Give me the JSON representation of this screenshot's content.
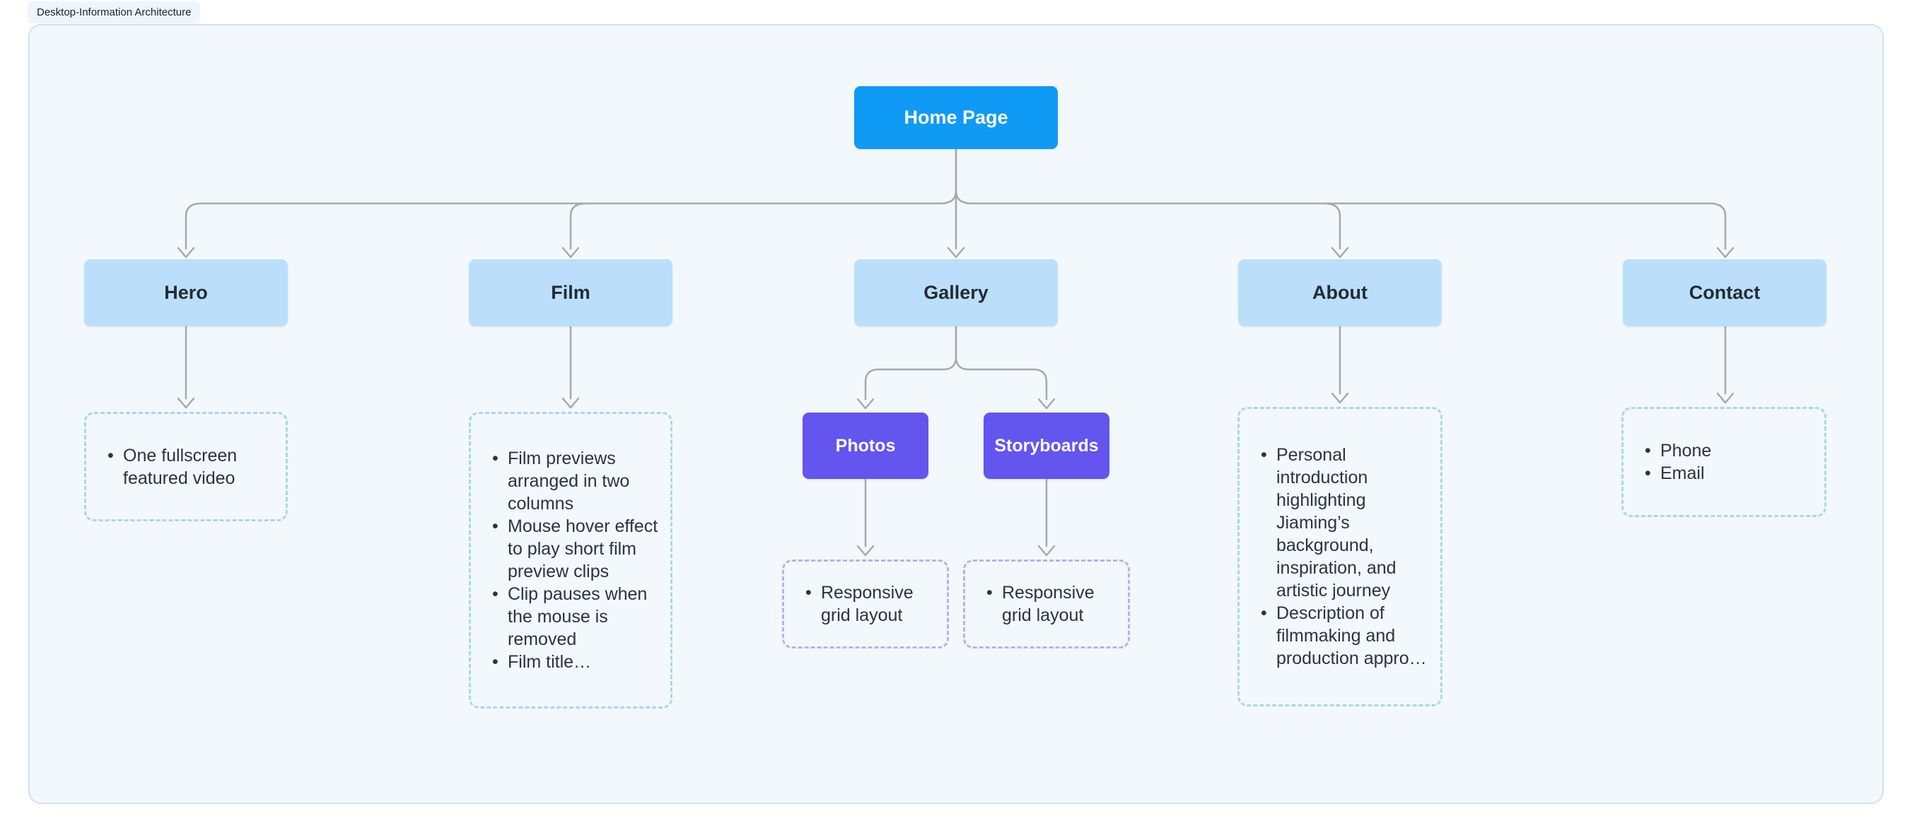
{
  "page": {
    "title": "Desktop-Information Architecture"
  },
  "colors": {
    "primary_blue": "#0f9af6",
    "light_blue": "#bbdffb",
    "purple": "#6355ee",
    "dashed_blue": "#a9d5f5",
    "dashed_purple": "#beadf3",
    "connector_gray": "#a9a9a9",
    "canvas_bg": "#f3f8fd",
    "canvas_border": "#cbe3f6",
    "text_dark": "#242b33"
  },
  "tree": {
    "root": {
      "label": "Home Page"
    },
    "sections": [
      {
        "label": "Hero",
        "notes": [
          "One fullscreen featured video"
        ]
      },
      {
        "label": "Film",
        "notes": [
          "Film previews arranged in two columns",
          "Mouse hover effect to play short film preview clips",
          "Clip pauses when the mouse is removed",
          "Film title…"
        ]
      },
      {
        "label": "Gallery",
        "children": [
          {
            "label": "Photos",
            "notes": [
              "Responsive grid layout"
            ]
          },
          {
            "label": "Storyboards",
            "notes": [
              "Responsive grid layout"
            ]
          }
        ]
      },
      {
        "label": "About",
        "notes": [
          "Personal introduction highlighting Jiaming’s background, inspiration, and artistic journey",
          "Description of filmmaking and production appro…"
        ]
      },
      {
        "label": "Contact",
        "notes": [
          "Phone",
          "Email"
        ]
      }
    ]
  }
}
